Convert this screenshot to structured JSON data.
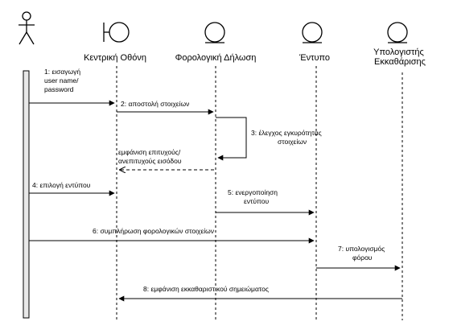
{
  "participants": [
    {
      "id": "user",
      "kind": "actor",
      "label": ""
    },
    {
      "id": "main_screen",
      "kind": "boundary",
      "label": "Κεντρική Οθόνη"
    },
    {
      "id": "tax_declaration",
      "kind": "entity",
      "label": "Φορολογική Δήλωση"
    },
    {
      "id": "form",
      "kind": "entity",
      "label": "Έντυπο"
    },
    {
      "id": "calculator",
      "kind": "entity",
      "label_lines": [
        "Υπολογιστής",
        "Εκκαθάρισης"
      ]
    }
  ],
  "messages": [
    {
      "id": "m1",
      "from": "user",
      "to": "main_screen",
      "type": "sync",
      "lines": [
        "1: εισαγωγή",
        "user name/",
        "password"
      ]
    },
    {
      "id": "m2",
      "from": "main_screen",
      "to": "tax_declaration",
      "type": "sync",
      "lines": [
        "2: αποστολή στοιχείων"
      ]
    },
    {
      "id": "m3",
      "from": "tax_declaration",
      "to": "tax_declaration",
      "type": "self",
      "lines": [
        "3: έλεγχος εγκυρότητας",
        "στοιχείων"
      ]
    },
    {
      "id": "m_ret",
      "from": "tax_declaration",
      "to": "main_screen",
      "type": "return",
      "lines": [
        "εμφάνιση επιτυχούς/",
        "ανεπιτυχούς εισόδου"
      ]
    },
    {
      "id": "m4",
      "from": "user",
      "to": "main_screen",
      "type": "sync",
      "lines": [
        "4: επιλογή εντύπου"
      ]
    },
    {
      "id": "m5",
      "from": "tax_declaration",
      "to": "form",
      "type": "sync",
      "lines": [
        "5: ενεργοποίηση",
        "εντύπου"
      ]
    },
    {
      "id": "m6",
      "from": "user",
      "to": "form",
      "type": "sync",
      "lines": [
        "6: συμπλήρωση φορολογικών στοιχείων"
      ]
    },
    {
      "id": "m7",
      "from": "form",
      "to": "calculator",
      "type": "sync",
      "lines": [
        "7: υπολογισμός",
        "φόρου"
      ]
    },
    {
      "id": "m8",
      "from": "calculator",
      "to": "main_screen",
      "type": "sync",
      "lines": [
        "8: εμφάνιση εκκαθαριστικού σημειώματος"
      ]
    }
  ]
}
